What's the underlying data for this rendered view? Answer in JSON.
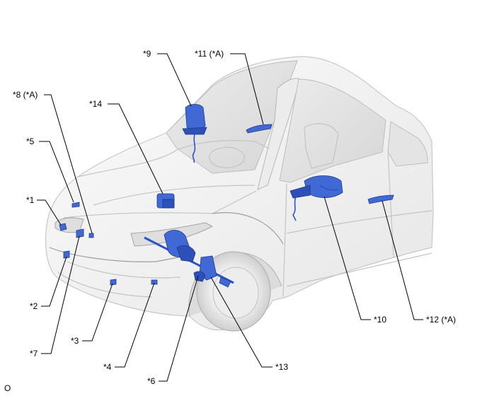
{
  "colors": {
    "part_fill": "#4169d6",
    "part_shade": "#2d4fb8",
    "part_highlight": "#9bb4f0",
    "car_body": "#f3f3f3",
    "car_shadow": "#dcdcdc",
    "glass": "#e2e2e2",
    "line": "#000000"
  },
  "corner_mark": "O",
  "callouts": [
    {
      "id": "9",
      "label": "*9"
    },
    {
      "id": "11",
      "label": "*11 (*A)"
    },
    {
      "id": "8",
      "label": "*8 (*A)"
    },
    {
      "id": "14",
      "label": "*14"
    },
    {
      "id": "5",
      "label": "*5"
    },
    {
      "id": "1",
      "label": "*1"
    },
    {
      "id": "2",
      "label": "*2"
    },
    {
      "id": "7",
      "label": "*7"
    },
    {
      "id": "3",
      "label": "*3"
    },
    {
      "id": "4",
      "label": "*4"
    },
    {
      "id": "6",
      "label": "*6"
    },
    {
      "id": "13",
      "label": "*13"
    },
    {
      "id": "10",
      "label": "*10"
    },
    {
      "id": "12",
      "label": "*12 (*A)"
    }
  ]
}
